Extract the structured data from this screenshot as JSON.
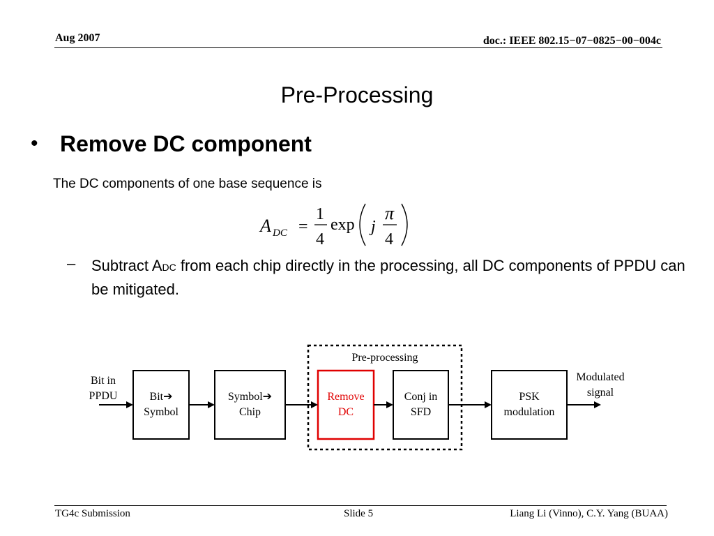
{
  "header": {
    "date": "Aug 2007",
    "doc_id": "doc.: IEEE 802.15−07−0825−00−004c"
  },
  "slide": {
    "title": "Pre-Processing",
    "bullet": "Remove DC component",
    "description": "The  DC components of one base sequence is",
    "formula": {
      "lhs_var": "A",
      "lhs_sub": "DC",
      "equals": "=",
      "numerator": "1",
      "denominator": "4",
      "func": "exp",
      "j": "j",
      "pi": "π",
      "pi_den": "4"
    },
    "sub_bullet": {
      "dash": "–",
      "pre": "Subtract A",
      "sub": "DC",
      "post": " from each chip directly in the processing, all DC components of PPDU can be mitigated."
    }
  },
  "diagram": {
    "group_label": "Pre-processing",
    "input_line1": "Bit in",
    "input_line2": "PPDU",
    "output_line1": "Modulated",
    "output_line2": "signal",
    "blocks": [
      {
        "line1": "Bit➔",
        "line2": "Symbol",
        "color": "#000000"
      },
      {
        "line1": "Symbol➔",
        "line2": "Chip",
        "color": "#000000"
      },
      {
        "line1": "Remove",
        "line2": "DC",
        "color": "#e00000"
      },
      {
        "line1": "Conj in",
        "line2": "SFD",
        "color": "#000000"
      },
      {
        "line1": "PSK",
        "line2": "modulation",
        "color": "#000000"
      }
    ]
  },
  "footer": {
    "left": "TG4c Submission",
    "center": "Slide 5",
    "right": "Liang Li (Vinno), C.Y. Yang (BUAA)"
  }
}
